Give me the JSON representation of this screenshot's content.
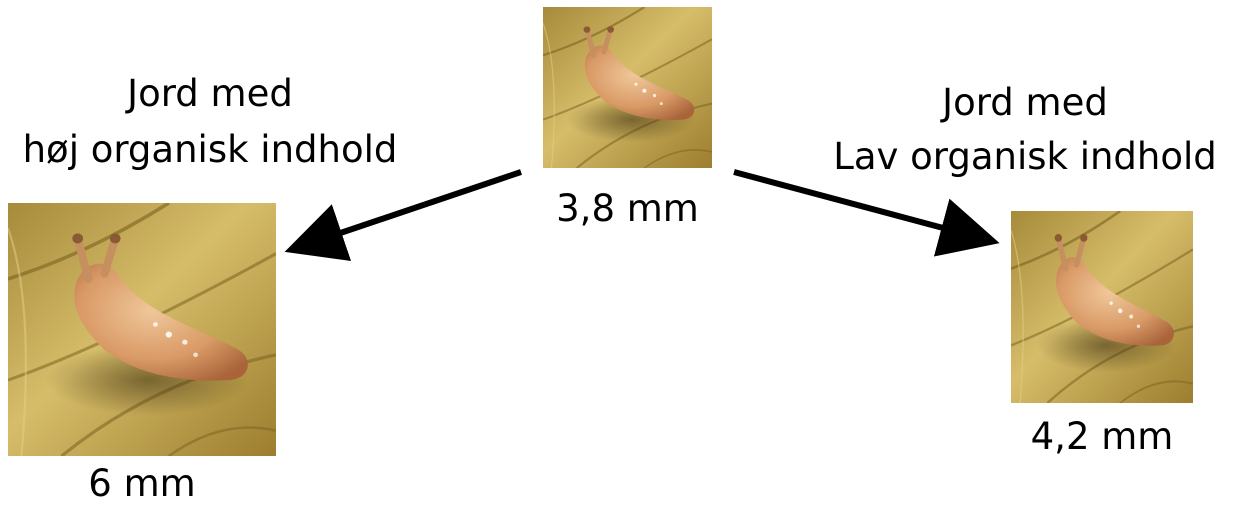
{
  "start": {
    "size_label": "3,8 mm"
  },
  "high_organic": {
    "title_line1": "Jord med",
    "title_line2": "høj organisk indhold",
    "size_label": "6 mm"
  },
  "low_organic": {
    "title_line1": "Jord med",
    "title_line2": "Lav organisk indhold",
    "size_label": "4,2 mm"
  },
  "colors": {
    "arrow": "#000000",
    "leaf_background": "#c9a94a",
    "slug_body": "#d9a070"
  },
  "icons": {
    "photo": "slug-photo-icon",
    "arrow": "arrow-icon"
  }
}
